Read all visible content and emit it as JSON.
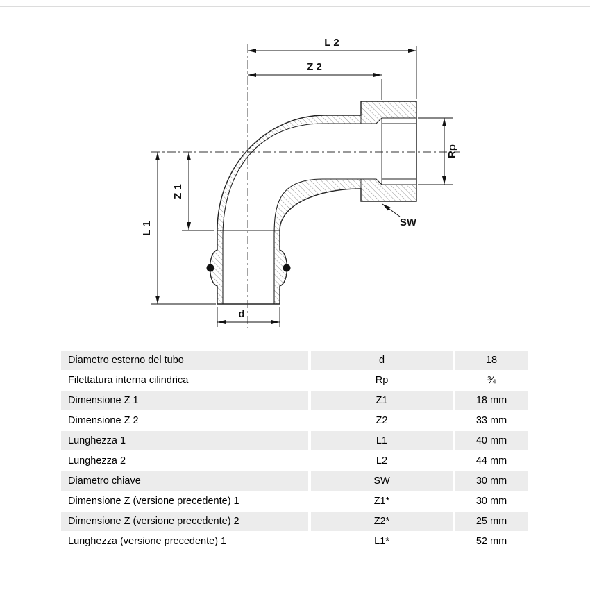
{
  "drawing": {
    "labels": {
      "l2": "L 2",
      "z2": "Z 2",
      "z1": "Z 1",
      "l1": "L 1",
      "rp": "Rp",
      "sw": "SW",
      "d": "d"
    }
  },
  "table": {
    "rows": [
      {
        "label": "Diametro esterno del tubo",
        "symbol": "d",
        "value": "18"
      },
      {
        "label": "Filettatura interna cilindrica",
        "symbol": "Rp",
        "value": "¾"
      },
      {
        "label": "Dimensione Z 1",
        "symbol": "Z1",
        "value": "18 mm"
      },
      {
        "label": "Dimensione Z 2",
        "symbol": "Z2",
        "value": "33 mm"
      },
      {
        "label": "Lunghezza 1",
        "symbol": "L1",
        "value": "40 mm"
      },
      {
        "label": "Lunghezza 2",
        "symbol": "L2",
        "value": "44 mm"
      },
      {
        "label": "Diametro chiave",
        "symbol": "SW",
        "value": "30 mm"
      },
      {
        "label": "Dimensione Z (versione precedente) 1",
        "symbol": "Z1*",
        "value": "30 mm"
      },
      {
        "label": "Dimensione Z (versione precedente) 2",
        "symbol": "Z2*",
        "value": "25 mm"
      },
      {
        "label": "Lunghezza (versione precedente) 1",
        "symbol": "L1*",
        "value": "52 mm"
      }
    ]
  },
  "colors": {
    "row_gray": "#ececec",
    "top_rule": "#dcdcdc",
    "line": "#111111"
  }
}
